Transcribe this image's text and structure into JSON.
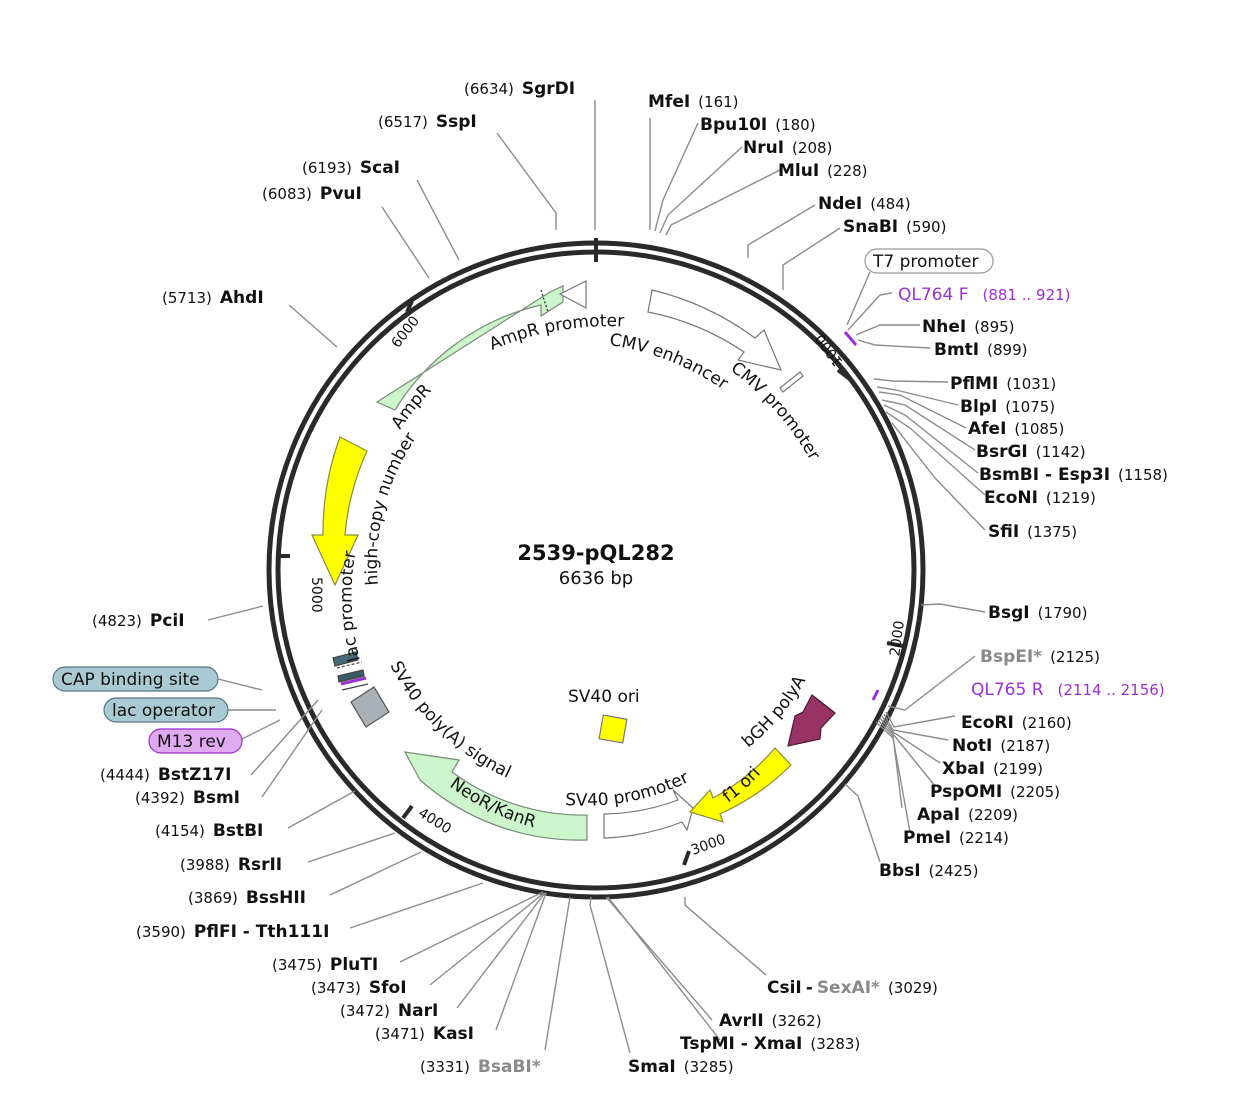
{
  "plasmid": {
    "name": "2539-pQL282",
    "size_label": "6636 bp",
    "length": 6636
  },
  "ticks": [
    "1000",
    "2000",
    "3000",
    "4000",
    "5000",
    "6000"
  ],
  "sites": [
    {
      "id": "sgrdi",
      "name": "SgrDI",
      "pos": "(6634)",
      "grey": false
    },
    {
      "id": "sspi",
      "name": "SspI",
      "pos": "(6517)",
      "grey": false
    },
    {
      "id": "scai",
      "name": "ScaI",
      "pos": "(6193)",
      "grey": false
    },
    {
      "id": "pvui",
      "name": "PvuI",
      "pos": "(6083)",
      "grey": false
    },
    {
      "id": "ahdi",
      "name": "AhdI",
      "pos": "(5713)",
      "grey": false
    },
    {
      "id": "pcii",
      "name": "PciI",
      "pos": "(4823)",
      "grey": false
    },
    {
      "id": "bstz17i",
      "name": "BstZ17I",
      "pos": "(4444)",
      "grey": false
    },
    {
      "id": "bsmi",
      "name": "BsmI",
      "pos": "(4392)",
      "grey": false
    },
    {
      "id": "bstbi",
      "name": "BstBI",
      "pos": "(4154)",
      "grey": false
    },
    {
      "id": "rsrii",
      "name": "RsrII",
      "pos": "(3988)",
      "grey": false
    },
    {
      "id": "bsshii",
      "name": "BssHII",
      "pos": "(3869)",
      "grey": false
    },
    {
      "id": "pflfi",
      "name": "PflFI - Tth111I",
      "pos": "(3590)",
      "grey": false
    },
    {
      "id": "pluti",
      "name": "PluTI",
      "pos": "(3475)",
      "grey": false
    },
    {
      "id": "sfoi",
      "name": "SfoI",
      "pos": "(3473)",
      "grey": false
    },
    {
      "id": "nari",
      "name": "NarI",
      "pos": "(3472)",
      "grey": false
    },
    {
      "id": "kasi",
      "name": "KasI",
      "pos": "(3471)",
      "grey": false
    },
    {
      "id": "bsabi",
      "name": "BsaBI*",
      "pos": "(3331)",
      "grey": true
    },
    {
      "id": "smai",
      "name": "SmaI",
      "pos": "(3285)",
      "grey": false
    },
    {
      "id": "tspmi",
      "name": "TspMI - XmaI",
      "pos": "(3283)",
      "grey": false
    },
    {
      "id": "avrii",
      "name": "AvrII",
      "pos": "(3262)",
      "grey": false
    },
    {
      "id": "csii",
      "name": "CsiI",
      "pos": "(3029)",
      "grey": false
    },
    {
      "id": "bbsi",
      "name": "BbsI",
      "pos": "(2425)",
      "grey": false
    },
    {
      "id": "pmei",
      "name": "PmeI",
      "pos": "(2214)",
      "grey": false
    },
    {
      "id": "apai",
      "name": "ApaI",
      "pos": "(2209)",
      "grey": false
    },
    {
      "id": "pspomi",
      "name": "PspOMI",
      "pos": "(2205)",
      "grey": false
    },
    {
      "id": "xbai",
      "name": "XbaI",
      "pos": "(2199)",
      "grey": false
    },
    {
      "id": "noti",
      "name": "NotI",
      "pos": "(2187)",
      "grey": false
    },
    {
      "id": "ecori",
      "name": "EcoRI",
      "pos": "(2160)",
      "grey": false
    },
    {
      "id": "bspei",
      "name": "BspEI*",
      "pos": "(2125)",
      "grey": true
    },
    {
      "id": "bsgi",
      "name": "BsgI",
      "pos": "(1790)",
      "grey": false
    },
    {
      "id": "sfii",
      "name": "SfiI",
      "pos": "(1375)",
      "grey": false
    },
    {
      "id": "econi",
      "name": "EcoNI",
      "pos": "(1219)",
      "grey": false
    },
    {
      "id": "bsmbi",
      "name": "BsmBI - Esp3I",
      "pos": "(1158)",
      "grey": false
    },
    {
      "id": "bsrgi",
      "name": "BsrGI",
      "pos": "(1142)",
      "grey": false
    },
    {
      "id": "afei",
      "name": "AfeI",
      "pos": "(1085)",
      "grey": false
    },
    {
      "id": "blpi",
      "name": "BlpI",
      "pos": "(1075)",
      "grey": false
    },
    {
      "id": "pflmi",
      "name": "PflMI",
      "pos": "(1031)",
      "grey": false
    },
    {
      "id": "bmti",
      "name": "BmtI",
      "pos": "(899)",
      "grey": false
    },
    {
      "id": "nhei",
      "name": "NheI",
      "pos": "(895)",
      "grey": false
    },
    {
      "id": "snabi",
      "name": "SnaBI",
      "pos": "(590)",
      "grey": false
    },
    {
      "id": "ndei",
      "name": "NdeI",
      "pos": "(484)",
      "grey": false
    },
    {
      "id": "mlui",
      "name": "MluI",
      "pos": "(228)",
      "grey": false
    },
    {
      "id": "nrui",
      "name": "NruI",
      "pos": "(208)",
      "grey": false
    },
    {
      "id": "bpu10i",
      "name": "Bpu10I",
      "pos": "(180)",
      "grey": false
    },
    {
      "id": "mfei",
      "name": "MfeI",
      "pos": "(161)",
      "grey": false
    }
  ],
  "sexai": {
    "name": "SexAI*"
  },
  "primers": [
    {
      "id": "ql764f",
      "name": "QL764 F",
      "range": "(881 .. 921)"
    },
    {
      "id": "ql765r",
      "name": "QL765 R",
      "range": "(2114 .. 2156)"
    }
  ],
  "boxed_labels": {
    "t7": "T7 promoter",
    "cap": "CAP binding site",
    "lacop": "lac operator",
    "m13rev": "M13 rev"
  },
  "features": {
    "ampr_promoter": "AmpR promoter",
    "ampr": "AmpR",
    "cmv_enhancer": "CMV enhancer",
    "cmv_promoter": "CMV promoter",
    "ori": "high-copy number ori",
    "lac_promoter": "lac promoter",
    "sv40_polya": "SV40 poly(A) signal",
    "neor": "NeoR/KanR",
    "sv40_promoter": "SV40 promoter",
    "f1_ori": "f1 ori",
    "bgh_polya": "bGH polyA",
    "sv40_ori": "SV40 ori"
  },
  "colors": {
    "backbone": "#2a2a2a",
    "resistance": "#ccf5cc",
    "origin": "#ffff00",
    "polya": "#993366",
    "promoter": "#ffffff",
    "lac_box": "#a9c9d3",
    "primer_box": "#e0aaf0",
    "primer": "#9b2fd6"
  }
}
